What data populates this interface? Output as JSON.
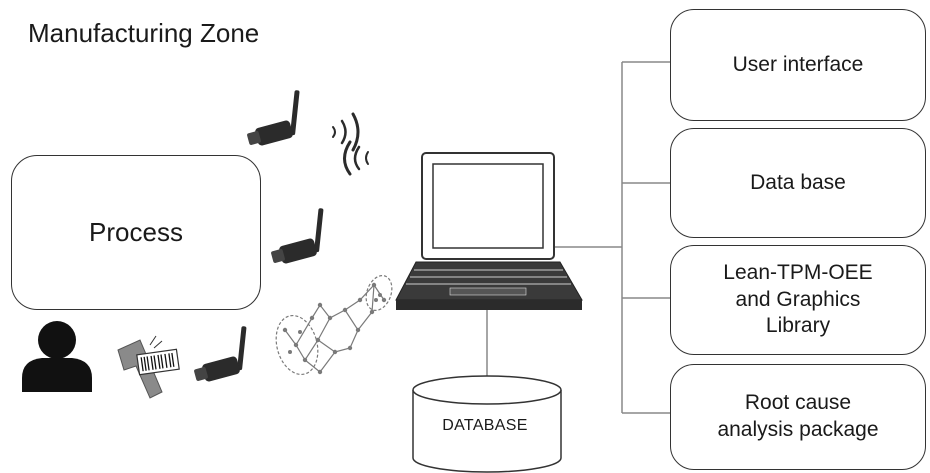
{
  "zone": {
    "title": "Manufacturing Zone"
  },
  "process": {
    "label": "Process"
  },
  "database": {
    "label": "DATABASE"
  },
  "modules": {
    "user_interface": {
      "line1": "User interface"
    },
    "data_base": {
      "line1": "Data base"
    },
    "lean": {
      "line1": "Lean-TPM-OEE",
      "line2": "and Graphics",
      "line3": "Library"
    },
    "root_cause": {
      "line1": "Root cause",
      "line2": "analysis package"
    }
  },
  "colors": {
    "stroke": "#333333",
    "device": "#2b2b2b",
    "scanner": "#8a8a8a",
    "network": "#7a7a7a"
  },
  "icons": [
    "wireless-transmitter-icon",
    "wireless-signal-icon",
    "operator-icon",
    "barcode-scanner-icon",
    "sensor-network-icon",
    "laptop-icon",
    "database-cylinder-icon"
  ]
}
